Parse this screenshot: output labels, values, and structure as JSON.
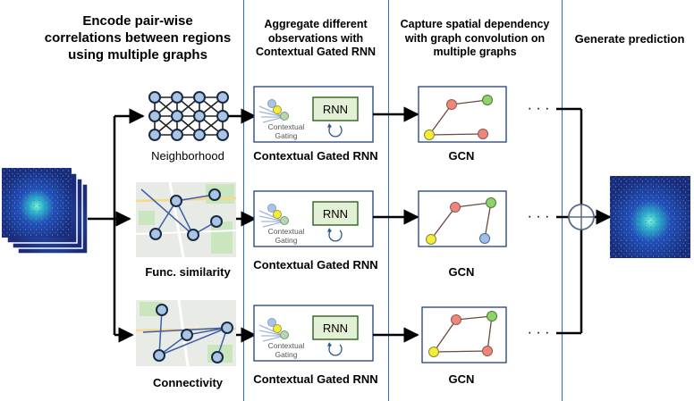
{
  "headers": {
    "col1": "Encode pair-wise\ncorrelations between regions\nusing multiple graphs",
    "col2": "Aggregate different\nobservations with\nContextual Gated RNN",
    "col3": "Capture spatial dependency\nwith graph convolution on\nmultiple graphs",
    "col4": "Generate prediction"
  },
  "graphs": [
    {
      "label": "Neighborhood"
    },
    {
      "label": "Func. similarity"
    },
    {
      "label": "Connectivity"
    }
  ],
  "rnn_boxes": [
    {
      "label": "Contextual Gated RNN",
      "gating": "Contextual\nGating",
      "rnn": "RNN"
    },
    {
      "label": "Contextual Gated RNN",
      "gating": "Contextual\nGating",
      "rnn": "RNN"
    },
    {
      "label": "Contextual Gated RNN",
      "gating": "Contextual\nGating",
      "rnn": "RNN"
    }
  ],
  "gcn_boxes": [
    {
      "label": "GCN"
    },
    {
      "label": "GCN"
    },
    {
      "label": "GCN"
    }
  ],
  "ellipsis": "· · ·",
  "colors": {
    "separator": "#2f6db5",
    "box_border": "#1f3f7a",
    "node_fill": "#a9c4e4",
    "rnn_fill": "#e3f0d6",
    "rnn_border": "#3a6b2a",
    "gcn_red": "#f0857b",
    "gcn_green": "#8fd16a",
    "gcn_yellow": "#f2ec3a",
    "gcn_blue": "#9ec0e6",
    "heatmap_bg": "#1b2d7a"
  }
}
